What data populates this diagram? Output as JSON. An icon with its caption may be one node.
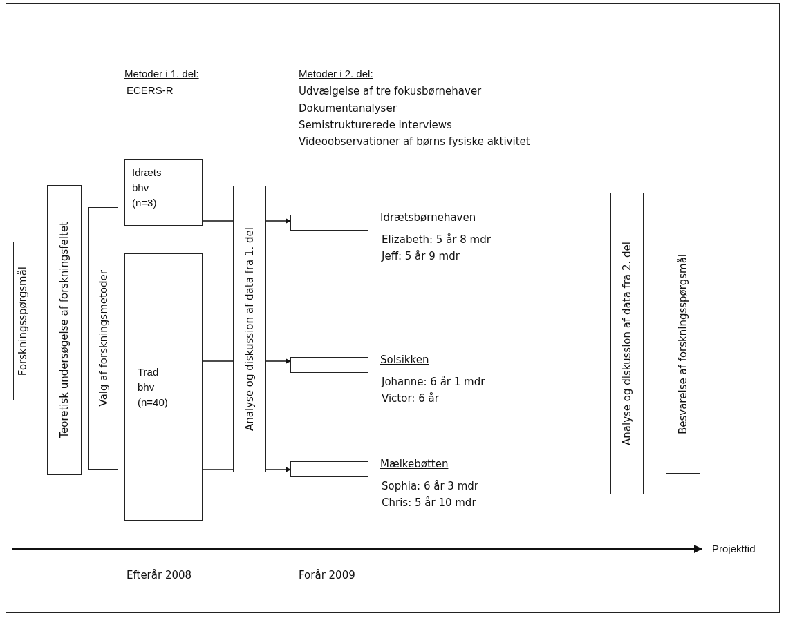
{
  "diagram": {
    "nodes": [
      {
        "text": [
          "Forskningsspørgsmål"
        ]
      },
      {
        "text": [
          "Teoretisk undersøgelse af forskningsfeltet"
        ]
      },
      {
        "text": [
          "Valg af forskningsmetoder"
        ]
      },
      {
        "text": [
          "Idræts bhv (n=3)"
        ]
      },
      {
        "text": [
          "Trad bhv (n=40)"
        ]
      },
      {
        "text": [
          "Analyse og diskussion af data fra 1. del"
        ]
      },
      {
        "text": [],
        "shape": "box",
        "beside": [
          "Idrætsbørnehaven",
          "Elizabeth: 5 år 8 mdr",
          "Jeff: 5 år 9 mdr"
        ]
      },
      {
        "text": [],
        "shape": "box",
        "beside": [
          "Solsikken",
          "Johanne: 6 år 1 mdr",
          "Victor: 6 år"
        ]
      },
      {
        "text": [],
        "shape": "box",
        "beside": [
          "Mælkebøtten",
          "Sophia: 6 år 3 mdr",
          "Chris: 5 år 10 mdr"
        ]
      },
      {
        "text": [
          "Analyse og diskussion af data fra 2. del"
        ]
      },
      {
        "text": [
          "Besvarelse af forskningsspørgsmål"
        ]
      }
    ],
    "edges": [
      {
        "from": 3,
        "to": 5,
        "arrow": "none"
      },
      {
        "from": 4,
        "to": 5,
        "arrow": "none"
      },
      {
        "from": 4,
        "to": 5,
        "arrow": "none"
      },
      {
        "from": 5,
        "to": 6,
        "arrow": "to"
      },
      {
        "from": 5,
        "to": 7,
        "arrow": "to"
      },
      {
        "from": 5,
        "to": 8,
        "arrow": "to"
      }
    ],
    "labels": [
      "Metoder i 1. del:",
      "ECERS-R",
      "Metoder i 2. del:",
      "Udvælgelse af tre fokusbørnehaver",
      "Dokumentanalyser",
      "Semistrukturerede interviews",
      "Videoobservationer af børns fysiske aktivitet",
      "Projekttid",
      "Efterår 2008",
      "Forår 2009"
    ]
  }
}
